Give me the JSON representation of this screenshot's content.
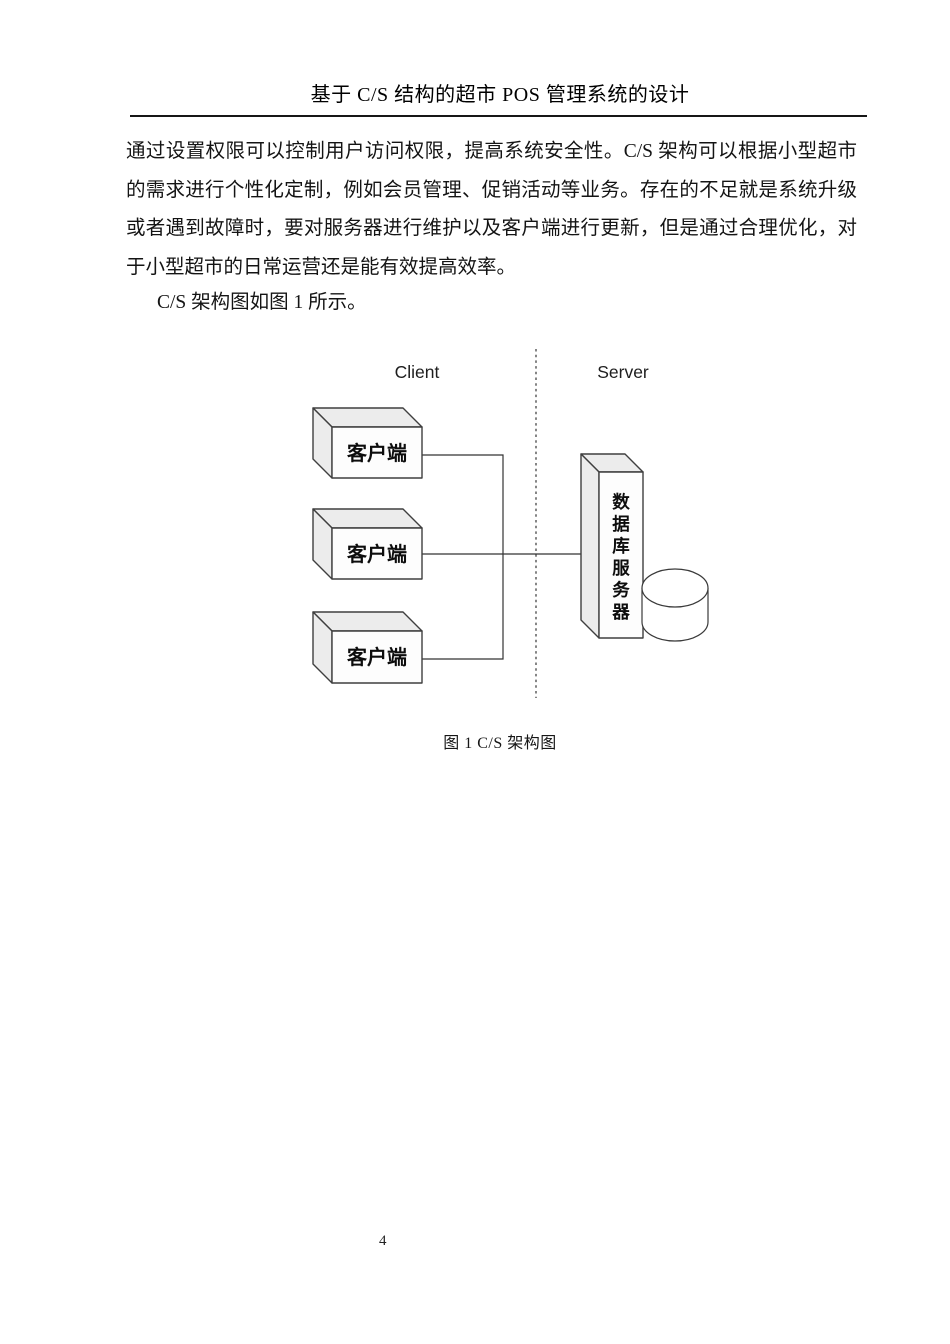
{
  "header": {
    "title": "基于 C/S 结构的超市 POS 管理系统的设计"
  },
  "body": {
    "paragraph": "通过设置权限可以控制用户访问权限，提高系统安全性。C/S 架构可以根据小型超市的需求进行个性化定制，例如会员管理、促销活动等业务。存在的不足就是系统升级或者遇到故障时，要对服务器进行维护以及客户端进行更新，但是通过合理优化，对于小型超市的日常运营还是能有效提高效率。",
    "figure_intro": "C/S 架构图如图 1 所示。"
  },
  "figure": {
    "client_section_label": "Client",
    "server_section_label": "Server",
    "client_boxes": [
      "客户端",
      "客户端",
      "客户端"
    ],
    "server_box_label": "数据库服务器",
    "server_box_chars": [
      "数",
      "据",
      "库",
      "服",
      "务",
      "器"
    ],
    "caption": "图 1 C/S 架构图",
    "icons": {
      "database": "cylinder-shape",
      "client_node": "3d-box-shape",
      "server_node": "3d-box-shape"
    },
    "colors": {
      "outline": "#3f3f3f",
      "face_fill": "#fdfdfd",
      "shade_fill": "#ececec",
      "background": "#ffffff"
    }
  },
  "footer": {
    "page_number": "4"
  }
}
